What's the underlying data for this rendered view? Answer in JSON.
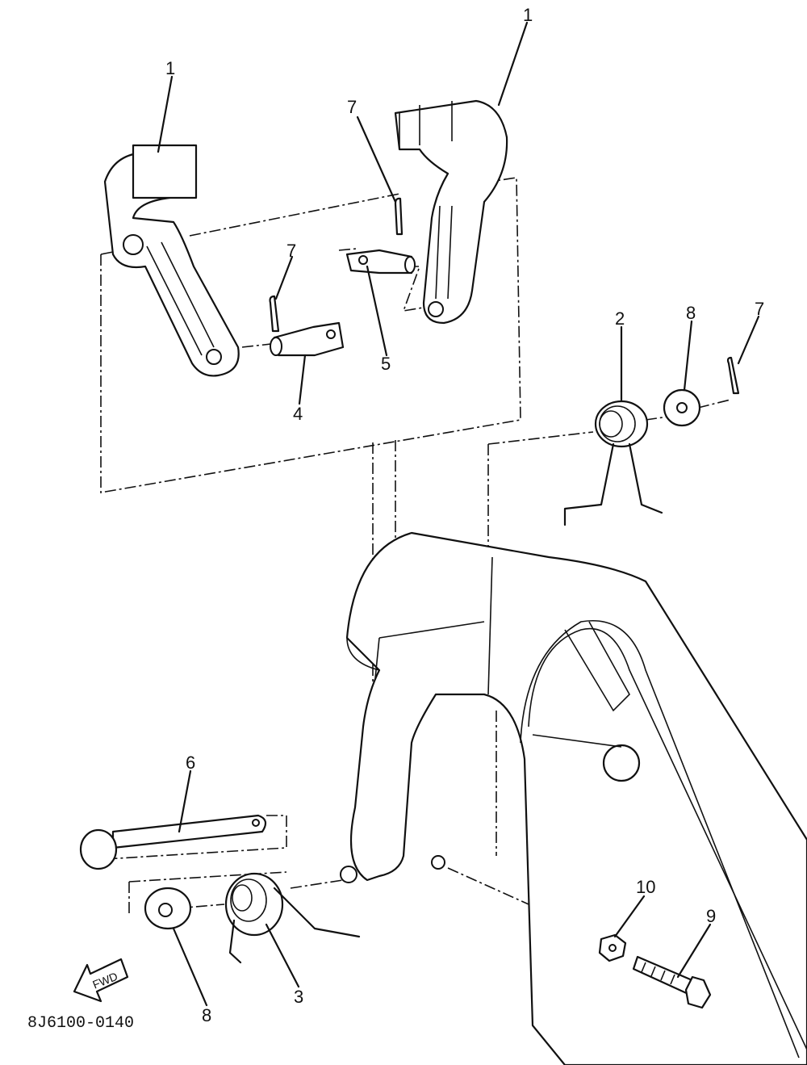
{
  "diagram": {
    "drawing_code": "8J6100-0140",
    "fwd_label": "FWD",
    "callouts": {
      "c1a": "1",
      "c1b": "1",
      "c7a": "7",
      "c7b": "7",
      "c7c": "7",
      "c2": "2",
      "c8a": "8",
      "c8b": "8",
      "c4": "4",
      "c5": "5",
      "c6": "6",
      "c3": "3",
      "c10": "10",
      "c9": "9"
    }
  }
}
